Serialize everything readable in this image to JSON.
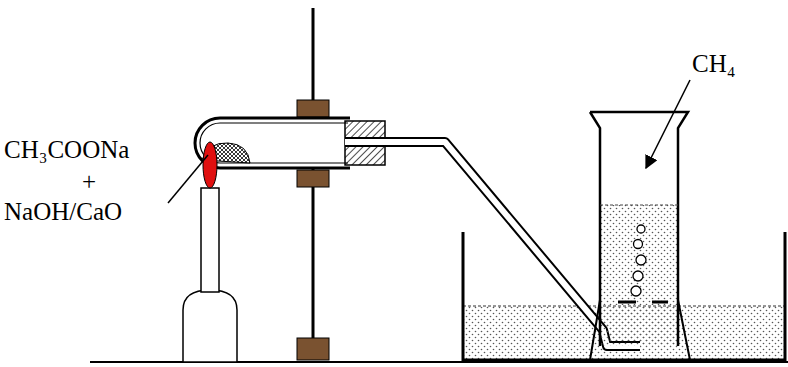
{
  "diagram": {
    "labels": [
      "CH₃COONa",
      "+",
      "NaOH/CaO",
      "CH₄"
    ]
  }
}
